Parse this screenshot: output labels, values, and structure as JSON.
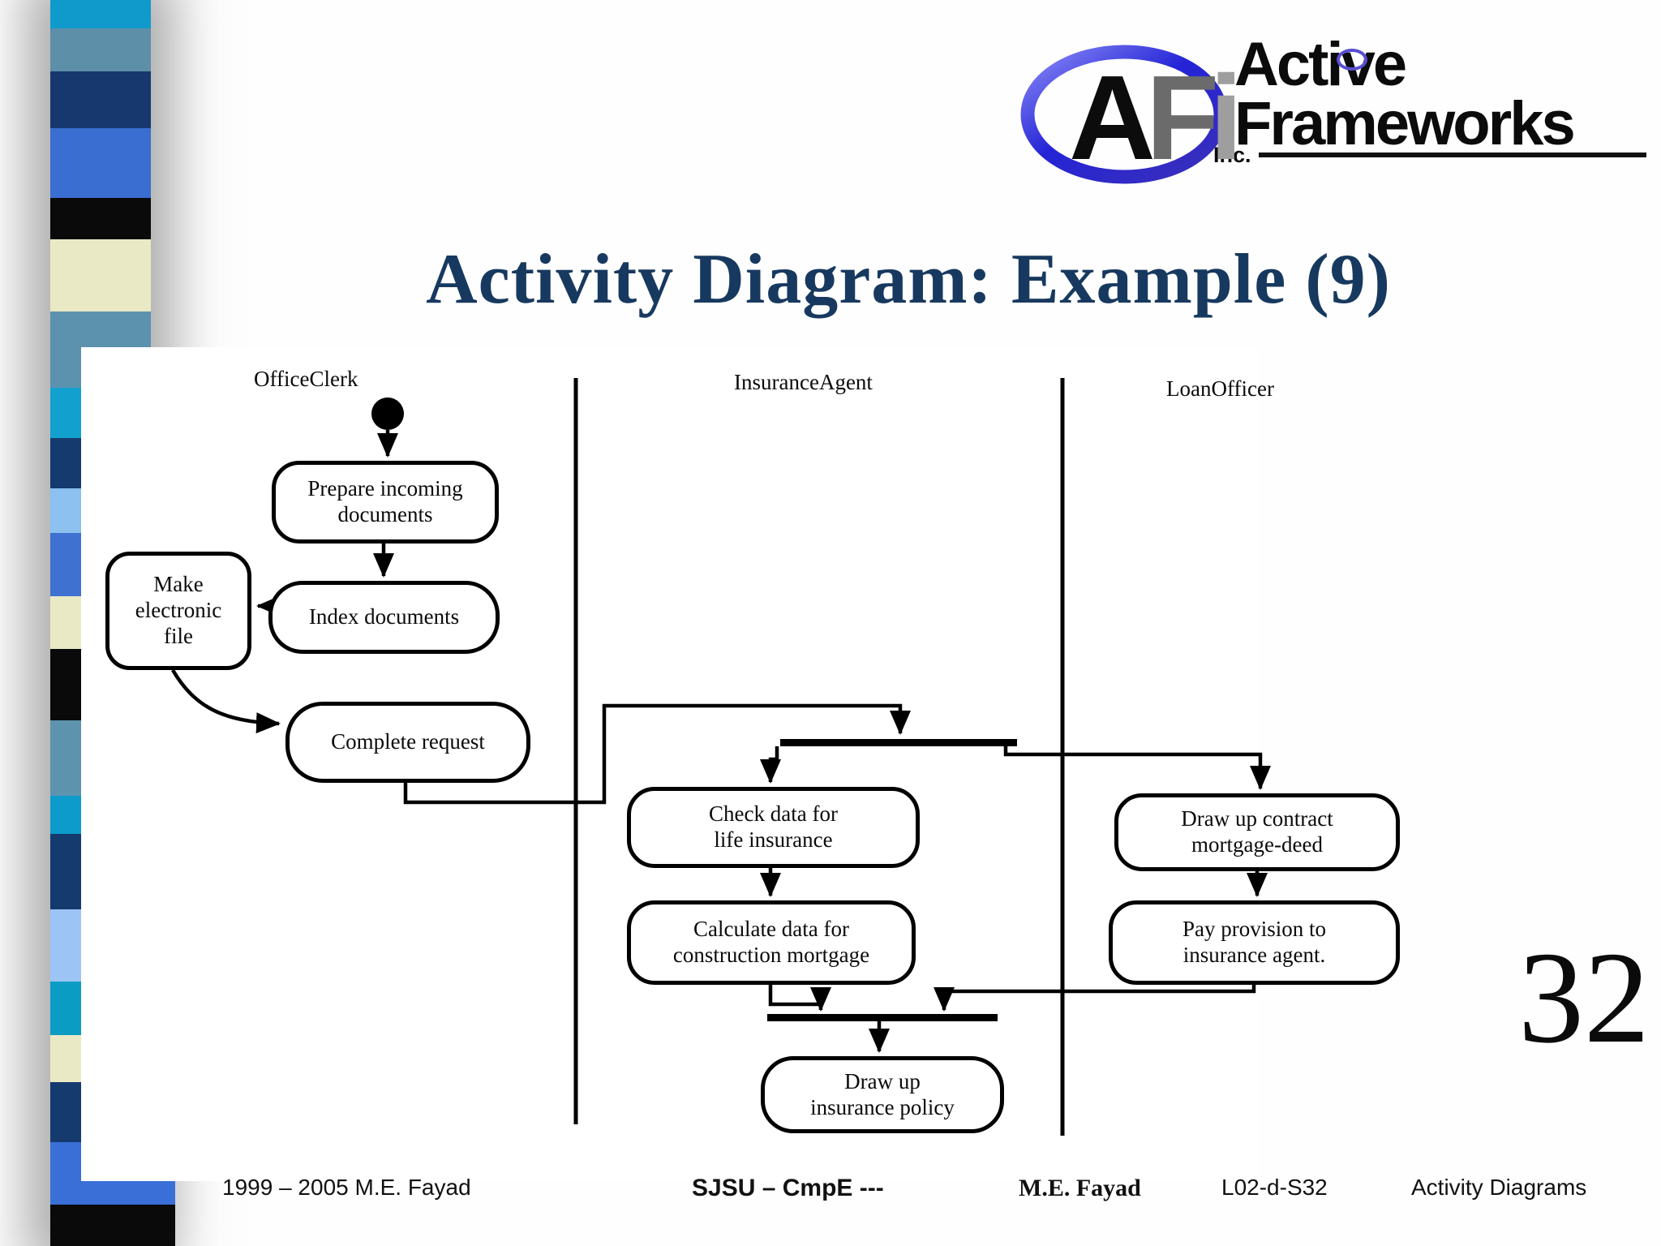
{
  "title": "Activity Diagram: Example (9)",
  "page_number": "32",
  "logo": {
    "monogram_a": "A",
    "monogram_f": "F",
    "monogram_i": "i",
    "name_line1": "Active",
    "name_line2": "Frameworks",
    "suffix": "Inc.",
    "ring_color_dark": "#1b1bd0",
    "ring_color_light": "#7a7af5"
  },
  "lanes": {
    "office_clerk": "OfficeClerk",
    "insurance_agent": "InsuranceAgent",
    "loan_officer": "LoanOfficer"
  },
  "nodes": {
    "prepare": {
      "l1": "Prepare incoming",
      "l2": "documents"
    },
    "index": {
      "l1": "Index documents"
    },
    "make": {
      "l1": "Make",
      "l2": "electronic",
      "l3": "file"
    },
    "complete": {
      "l1": "Complete request"
    },
    "check": {
      "l1": "Check data for",
      "l2": "life insurance"
    },
    "calculate": {
      "l1": "Calculate data for",
      "l2": "construction mortgage"
    },
    "contract": {
      "l1": "Draw up contract",
      "l2": "mortgage-deed"
    },
    "pay": {
      "l1": "Pay provision to",
      "l2": "insurance agent."
    },
    "policy": {
      "l1": "Draw up",
      "l2": "insurance policy"
    }
  },
  "footer": {
    "copyright": "1999 – 2005 M.E. Fayad",
    "course": "SJSU – CmpE ---",
    "author": "M.E. Fayad",
    "slide_id": "L02-d-S32",
    "topic": "Activity Diagrams"
  },
  "colors": {
    "title": "#17395f",
    "diagram_ink": "#000000"
  },
  "strip": {
    "segments": [
      {
        "color": "#0f9acb",
        "height": 35
      },
      {
        "color": "#5e8fa8",
        "height": 53
      },
      {
        "color": "#16386e",
        "height": 70
      },
      {
        "color": "#3a6ed0",
        "height": 86
      },
      {
        "color": "#0a0a0a",
        "height": 51
      },
      {
        "color": "#e9e9c5",
        "height": 89
      },
      {
        "color": "#5c92ae",
        "height": 94
      },
      {
        "color": "#12a0cf",
        "height": 62
      },
      {
        "color": "#143a6e",
        "height": 62
      },
      {
        "color": "#8cc1f0",
        "height": 55
      },
      {
        "color": "#3f71d1",
        "height": 78
      },
      {
        "color": "#e9e9c5",
        "height": 65
      },
      {
        "color": "#0a0a0a",
        "height": 88
      },
      {
        "color": "#5e93ae",
        "height": 93
      },
      {
        "color": "#0c9bcb",
        "height": 47
      },
      {
        "color": "#143a6e",
        "height": 93
      },
      {
        "color": "#9cc5f5",
        "height": 89
      },
      {
        "color": "#0b9cc4",
        "height": 66
      },
      {
        "color": "#e9e9c5",
        "height": 58
      },
      {
        "color": "#143a6e",
        "height": 74
      },
      {
        "color": "#3a6fd8",
        "height": 77,
        "wide": true
      },
      {
        "color": "#0a0a0a",
        "height": 51,
        "wide": true
      }
    ]
  }
}
